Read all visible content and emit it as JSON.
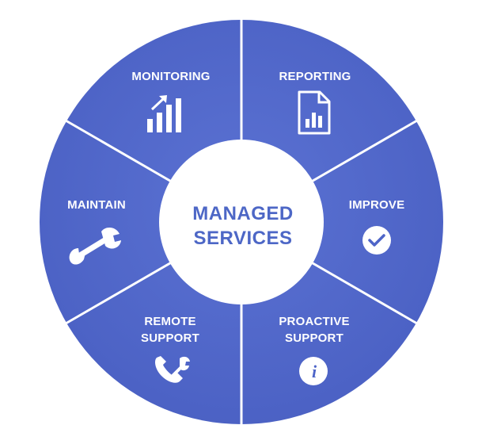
{
  "diagram": {
    "center": {
      "line1": "MANAGED",
      "line2": "SERVICES"
    },
    "colors": {
      "wheel": "#4e65c8",
      "wheel_light": "#5b72d3",
      "divider": "#ffffff",
      "center_fill": "#ffffff",
      "center_text": "#4d67c6",
      "icon": "#ffffff"
    },
    "segments": [
      {
        "line1": "MONITORING",
        "line2": "",
        "icon": "bar-chart-growth-icon"
      },
      {
        "line1": "REPORTING",
        "line2": "",
        "icon": "report-document-icon"
      },
      {
        "line1": "IMPROVE",
        "line2": "",
        "icon": "check-circle-icon"
      },
      {
        "line1": "PROACTIVE",
        "line2": "SUPPORT",
        "icon": "info-circle-icon"
      },
      {
        "line1": "REMOTE",
        "line2": "SUPPORT",
        "icon": "phone-wrench-icon"
      },
      {
        "line1": "MAINTAIN",
        "line2": "",
        "icon": "wrench-icon"
      }
    ]
  }
}
